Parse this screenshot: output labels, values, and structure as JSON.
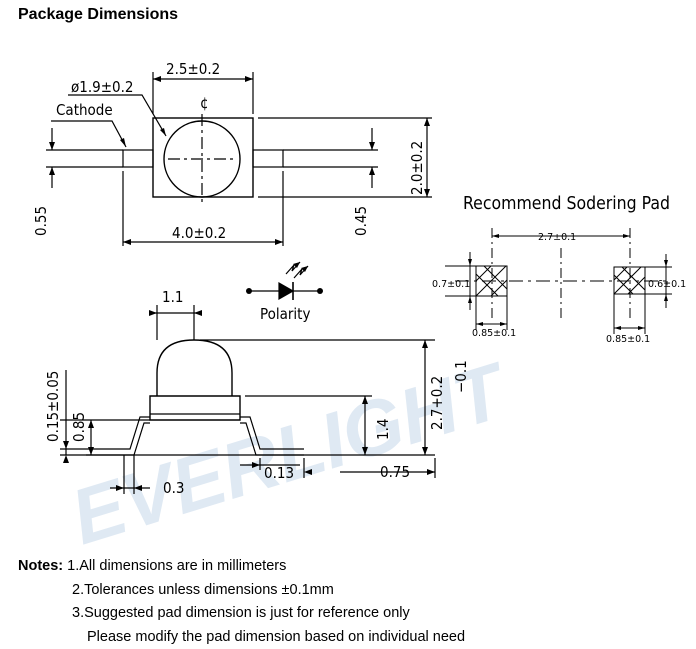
{
  "title": "Package Dimensions",
  "watermark": "EVERLIGHT",
  "top_view": {
    "dim_width_top": "2.5±0.2",
    "dim_lens_diameter": "ø1.9±0.2",
    "cathode_label": "Cathode",
    "dim_body_length": "4.0±0.2",
    "dim_height": "2.0±0.2",
    "dim_left_lead": "0.55",
    "dim_right_lead": "0.45",
    "centerline": "¢"
  },
  "polarity_label": "Polarity",
  "side_view": {
    "dim_lens": "1.1",
    "dim_total_height": "2.7+0.2",
    "dim_total_height_tol": "−0.1",
    "dim_lead_thickness": "0.15±0.05",
    "dim_base": "0.85",
    "dim_body_height": "1.4",
    "dim_foot": "0.3",
    "dim_standoff": "0.13",
    "dim_lead_ext": "0.75"
  },
  "pad": {
    "title": "Recommend Sodering Pad",
    "dim_spacing": "2.7±0.1",
    "dim_left_height": "0.7±0.1",
    "dim_right_height": "0.6±0.1",
    "dim_left_width": "0.85±0.1",
    "dim_right_width": "0.85±0.1"
  },
  "notes": {
    "label": "Notes:",
    "items": [
      "1.All dimensions are in millimeters",
      "2.Tolerances unless dimensions ±0.1mm",
      "3.Suggested pad dimension is just for reference only",
      "Please modify the pad dimension based on individual need"
    ]
  }
}
